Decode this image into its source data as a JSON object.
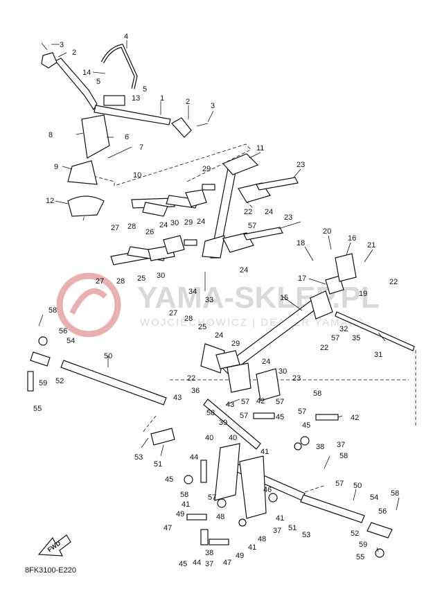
{
  "diagram": {
    "code": "8FK3100-E220",
    "fwd_label": "FWD",
    "watermark": {
      "title": "YAMA-SKLEP.PL",
      "subtitle": "WOJCIECHOWICZ | DEALER YAMAHA"
    },
    "colors": {
      "line": "#111111",
      "watermark": "#d9d9d9",
      "logo": "#e8b0b0"
    },
    "labels": [
      {
        "id": "l1",
        "text": "3"
      },
      {
        "id": "l2",
        "text": "4"
      },
      {
        "id": "l3",
        "text": "2"
      },
      {
        "id": "l4",
        "text": "14"
      },
      {
        "id": "l5",
        "text": "5"
      },
      {
        "id": "l6",
        "text": "5"
      },
      {
        "id": "l7",
        "text": "13"
      },
      {
        "id": "l8",
        "text": "1"
      },
      {
        "id": "l9",
        "text": "2"
      },
      {
        "id": "l10",
        "text": "3"
      },
      {
        "id": "l11",
        "text": "8"
      },
      {
        "id": "l12",
        "text": "6"
      },
      {
        "id": "l13",
        "text": "7"
      },
      {
        "id": "l14",
        "text": "9"
      },
      {
        "id": "l15",
        "text": "10"
      },
      {
        "id": "l16",
        "text": "12"
      },
      {
        "id": "l17",
        "text": "11"
      },
      {
        "id": "l18",
        "text": "23"
      },
      {
        "id": "l19",
        "text": "29"
      },
      {
        "id": "l20",
        "text": "27"
      },
      {
        "id": "l21",
        "text": "28"
      },
      {
        "id": "l22",
        "text": "26"
      },
      {
        "id": "l23",
        "text": "30"
      },
      {
        "id": "l24",
        "text": "24"
      },
      {
        "id": "l25",
        "text": "24"
      },
      {
        "id": "l26",
        "text": "22"
      },
      {
        "id": "l27",
        "text": "57"
      },
      {
        "id": "l28",
        "text": "23"
      },
      {
        "id": "l29",
        "text": "29"
      },
      {
        "id": "l30",
        "text": "24"
      },
      {
        "id": "l31",
        "text": "24"
      },
      {
        "id": "l32",
        "text": "20"
      },
      {
        "id": "l33",
        "text": "16"
      },
      {
        "id": "l34",
        "text": "21"
      },
      {
        "id": "l35",
        "text": "18"
      },
      {
        "id": "l36",
        "text": "17"
      },
      {
        "id": "l37",
        "text": "22"
      },
      {
        "id": "l38",
        "text": "19"
      },
      {
        "id": "l39",
        "text": "27"
      },
      {
        "id": "l40",
        "text": "28"
      },
      {
        "id": "l41",
        "text": "25"
      },
      {
        "id": "l42",
        "text": "30"
      },
      {
        "id": "l43",
        "text": "34"
      },
      {
        "id": "l44",
        "text": "33"
      },
      {
        "id": "l45",
        "text": "15"
      },
      {
        "id": "l46",
        "text": "32"
      },
      {
        "id": "l47",
        "text": "35"
      },
      {
        "id": "l48",
        "text": "57"
      },
      {
        "id": "l49",
        "text": "22"
      },
      {
        "id": "l50",
        "text": "31"
      },
      {
        "id": "l51",
        "text": "58"
      },
      {
        "id": "l52",
        "text": "56"
      },
      {
        "id": "l53",
        "text": "54"
      },
      {
        "id": "l54",
        "text": "59"
      },
      {
        "id": "l55",
        "text": "52"
      },
      {
        "id": "l56",
        "text": "55"
      },
      {
        "id": "l57",
        "text": "50"
      },
      {
        "id": "l58",
        "text": "27"
      },
      {
        "id": "l59",
        "text": "28"
      },
      {
        "id": "l60",
        "text": "25"
      },
      {
        "id": "l61",
        "text": "24"
      },
      {
        "id": "l62",
        "text": "29"
      },
      {
        "id": "l63",
        "text": "24"
      },
      {
        "id": "l64",
        "text": "30"
      },
      {
        "id": "l65",
        "text": "22"
      },
      {
        "id": "l66",
        "text": "23"
      },
      {
        "id": "l67",
        "text": "36"
      },
      {
        "id": "l68",
        "text": "43"
      },
      {
        "id": "l69",
        "text": "57"
      },
      {
        "id": "l70",
        "text": "42"
      },
      {
        "id": "l71",
        "text": "57"
      },
      {
        "id": "l72",
        "text": "58"
      },
      {
        "id": "l73",
        "text": "43"
      },
      {
        "id": "l74",
        "text": "58"
      },
      {
        "id": "l75",
        "text": "57"
      },
      {
        "id": "l76",
        "text": "45"
      },
      {
        "id": "l77",
        "text": "57"
      },
      {
        "id": "l78",
        "text": "45"
      },
      {
        "id": "l79",
        "text": "42"
      },
      {
        "id": "l80",
        "text": "39"
      },
      {
        "id": "l81",
        "text": "40"
      },
      {
        "id": "l82",
        "text": "40"
      },
      {
        "id": "l83",
        "text": "37"
      },
      {
        "id": "l84",
        "text": "38"
      },
      {
        "id": "l85",
        "text": "53"
      },
      {
        "id": "l86",
        "text": "51"
      },
      {
        "id": "l87",
        "text": "58"
      },
      {
        "id": "l88",
        "text": "41"
      },
      {
        "id": "l89",
        "text": "44"
      },
      {
        "id": "l90",
        "text": "57"
      },
      {
        "id": "l91",
        "text": "45"
      },
      {
        "id": "l92",
        "text": "58"
      },
      {
        "id": "l93",
        "text": "57"
      },
      {
        "id": "l94",
        "text": "41"
      },
      {
        "id": "l95",
        "text": "46"
      },
      {
        "id": "l96",
        "text": "50"
      },
      {
        "id": "l97",
        "text": "48"
      },
      {
        "id": "l98",
        "text": "41"
      },
      {
        "id": "l99",
        "text": "49"
      },
      {
        "id": "l100",
        "text": "47"
      },
      {
        "id": "l101",
        "text": "54"
      },
      {
        "id": "l102",
        "text": "58"
      },
      {
        "id": "l103",
        "text": "56"
      },
      {
        "id": "l104",
        "text": "51"
      },
      {
        "id": "l105",
        "text": "53"
      },
      {
        "id": "l106",
        "text": "52"
      },
      {
        "id": "l107",
        "text": "37"
      },
      {
        "id": "l108",
        "text": "48"
      },
      {
        "id": "l109",
        "text": "59"
      },
      {
        "id": "l110",
        "text": "41"
      },
      {
        "id": "l111",
        "text": "49"
      },
      {
        "id": "l112",
        "text": "38"
      },
      {
        "id": "l113",
        "text": "37"
      },
      {
        "id": "l114",
        "text": "47"
      },
      {
        "id": "l115",
        "text": "45"
      },
      {
        "id": "l116",
        "text": "44"
      },
      {
        "id": "l117",
        "text": "55"
      }
    ]
  }
}
